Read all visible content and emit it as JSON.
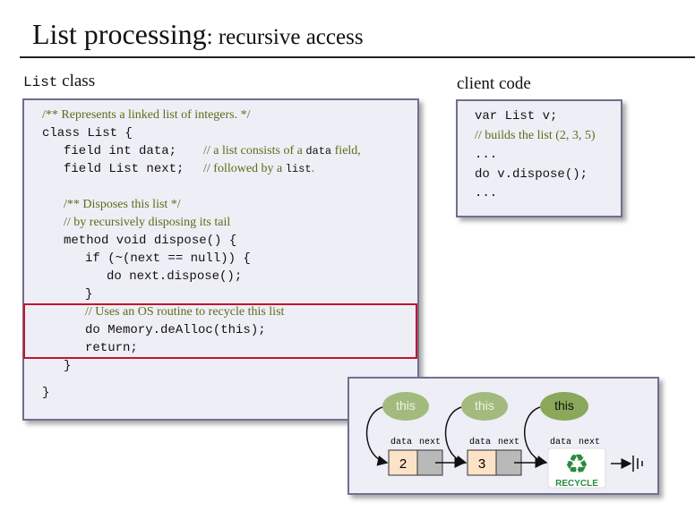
{
  "slide": {
    "title_main": "List processing",
    "title_sub": ": recursive access"
  },
  "list_class_label": {
    "mono": "List",
    "text": " class"
  },
  "client_code_label": "client code",
  "code_lines": [
    {
      "type": "comment",
      "text": "/** Represents a linked list of integers. */"
    },
    {
      "type": "code",
      "text": "class List {"
    },
    {
      "type": "mixed",
      "code": "field int data;",
      "comment_pre": "// a list consists of a ",
      "comment_mono": "data",
      "comment_post": " field,"
    },
    {
      "type": "mixed",
      "code": "field List next;",
      "comment_pre": "// followed by a ",
      "comment_mono": "list",
      "comment_post": "."
    },
    {
      "type": "comment",
      "text": "/** Disposes this list */"
    },
    {
      "type": "comment",
      "text": "// by recursively disposing its tail"
    },
    {
      "type": "code",
      "text": "method void dispose() {"
    },
    {
      "type": "code",
      "text": "if (~(next == null)) {"
    },
    {
      "type": "code",
      "text": "do next.dispose();"
    },
    {
      "type": "code",
      "text": "}"
    },
    {
      "type": "comment",
      "text": "// Uses an OS routine to recycle this list"
    },
    {
      "type": "code",
      "text": "do Memory.deAlloc(this);"
    },
    {
      "type": "code",
      "text": "return;"
    },
    {
      "type": "code",
      "text": "}"
    },
    {
      "type": "code",
      "text": "}"
    }
  ],
  "client_lines": [
    {
      "type": "code",
      "text": "var List v;"
    },
    {
      "type": "comment",
      "text": "// builds the list (2, 3, 5)"
    },
    {
      "type": "code",
      "text": "..."
    },
    {
      "type": "code",
      "text": "do v.dispose();"
    },
    {
      "type": "code",
      "text": "..."
    }
  ],
  "diagram": {
    "this_label": "this",
    "field_data": "data",
    "field_next": "next",
    "node_values": [
      "2",
      "3"
    ],
    "recycle_label": "RECYCLE",
    "recycle_glyph": "♻",
    "colors": {
      "bubble_active": "#8aa85a",
      "bubble_faded": "#a3ba7e",
      "node_data": "#fce2c6",
      "node_next": "#b9b9b9",
      "recycle_green": "#2b8a3e",
      "panel_bg": "#eeeef7",
      "highlight": "#c2172a",
      "comment": "#5a6e14"
    }
  }
}
